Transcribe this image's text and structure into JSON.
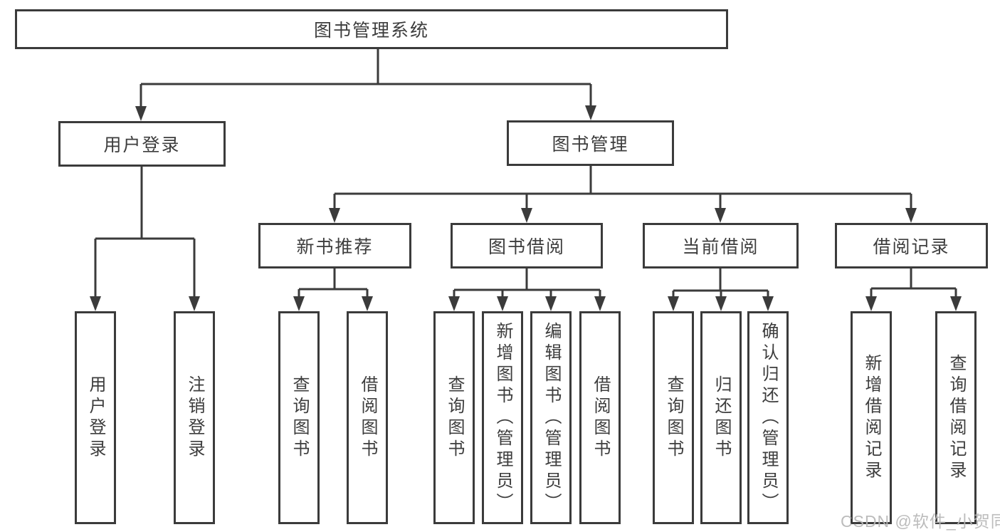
{
  "diagram": {
    "root": {
      "label": "图书管理系统"
    },
    "level1": [
      {
        "id": "user-login",
        "label": "用户登录"
      },
      {
        "id": "book-management",
        "label": "图书管理"
      }
    ],
    "level2": [
      {
        "id": "new-book-recommend",
        "parent": "图书管理",
        "label": "新书推荐"
      },
      {
        "id": "book-borrow",
        "parent": "图书管理",
        "label": "图书借阅"
      },
      {
        "id": "current-borrow",
        "parent": "图书管理",
        "label": "当前借阅"
      },
      {
        "id": "borrow-records",
        "parent": "图书管理",
        "label": "借阅记录"
      }
    ],
    "leaves": [
      {
        "parent": "用户登录",
        "label": "用户登录"
      },
      {
        "parent": "用户登录",
        "label": "注销登录"
      },
      {
        "parent": "新书推荐",
        "label": "查询图书"
      },
      {
        "parent": "新书推荐",
        "label": "借阅图书"
      },
      {
        "parent": "图书借阅",
        "label": "查询图书"
      },
      {
        "parent": "图书借阅",
        "label": "新增图书（管理员）"
      },
      {
        "parent": "图书借阅",
        "label": "编辑图书（管理员）"
      },
      {
        "parent": "图书借阅",
        "label": "借阅图书"
      },
      {
        "parent": "当前借阅",
        "label": "查询图书"
      },
      {
        "parent": "当前借阅",
        "label": "归还图书"
      },
      {
        "parent": "当前借阅",
        "label": "确认归还（管理员）"
      },
      {
        "parent": "借阅记录",
        "label": "新增借阅记录"
      },
      {
        "parent": "借阅记录",
        "label": "查询借阅记录"
      }
    ],
    "watermark": "CSDN @软件_小贺同学",
    "colors": {
      "line": "#3b3b3b",
      "text": "#3d3d3d",
      "watermark": "#b6b6b6",
      "background": "#ffffff"
    }
  }
}
